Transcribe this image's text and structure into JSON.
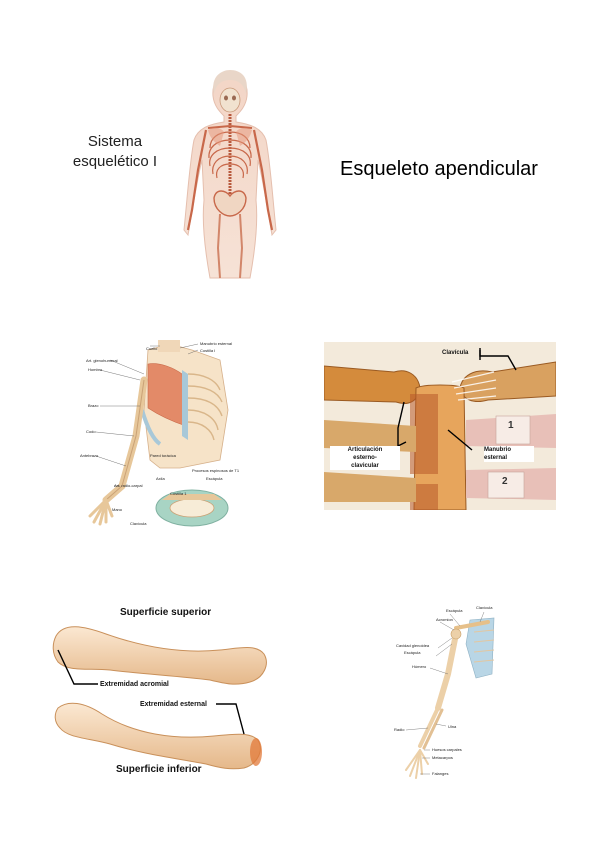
{
  "page": {
    "subtitle_line1": "Sistema",
    "subtitle_line2": "esquelético I",
    "title": "Esqueleto apendicular"
  },
  "fig_upper_limb": {
    "labels": [
      "Cuello",
      "Manubrio esternal",
      "Costilla I",
      "Art. glenohumeral",
      "Hombro",
      "Brazo",
      "Codo",
      "Pared torácica",
      "Antebrazo",
      "Procesos espinosos de T1",
      "Axila",
      "Escápula",
      "Art. radio-carpal",
      "Costilla 1",
      "Mano",
      "Clavícula"
    ]
  },
  "fig_sternoclavicular": {
    "clavicula": "Clavícula",
    "articulacion": "Articulación esterno-clavicular",
    "articulacion_lines": [
      "Articulación",
      "esterno-",
      "clavicular"
    ],
    "manubrio_lines": [
      "Manubrio",
      "esternal"
    ],
    "rib1": "1",
    "rib2": "2"
  },
  "fig_clavicle": {
    "superior": "Superficie superior",
    "extremidad_acromial": "Extremidad acromial",
    "extremidad_esternal": "Extremidad esternal",
    "inferior": "Superficie inferior"
  },
  "fig_arm": {
    "labels": [
      "Escápula",
      "Clavícula",
      "Acromion",
      "Cavidad glenoidea",
      "Escápula",
      "Húmero",
      "Ulna",
      "Radio",
      "Huesos carpales",
      "Metacarpos",
      "Falanges"
    ]
  },
  "colors": {
    "bone": "#e9c99a",
    "bone_dark": "#c98a4a",
    "muscle": "#d9775a",
    "cartilage": "#a8c8d8"
  }
}
